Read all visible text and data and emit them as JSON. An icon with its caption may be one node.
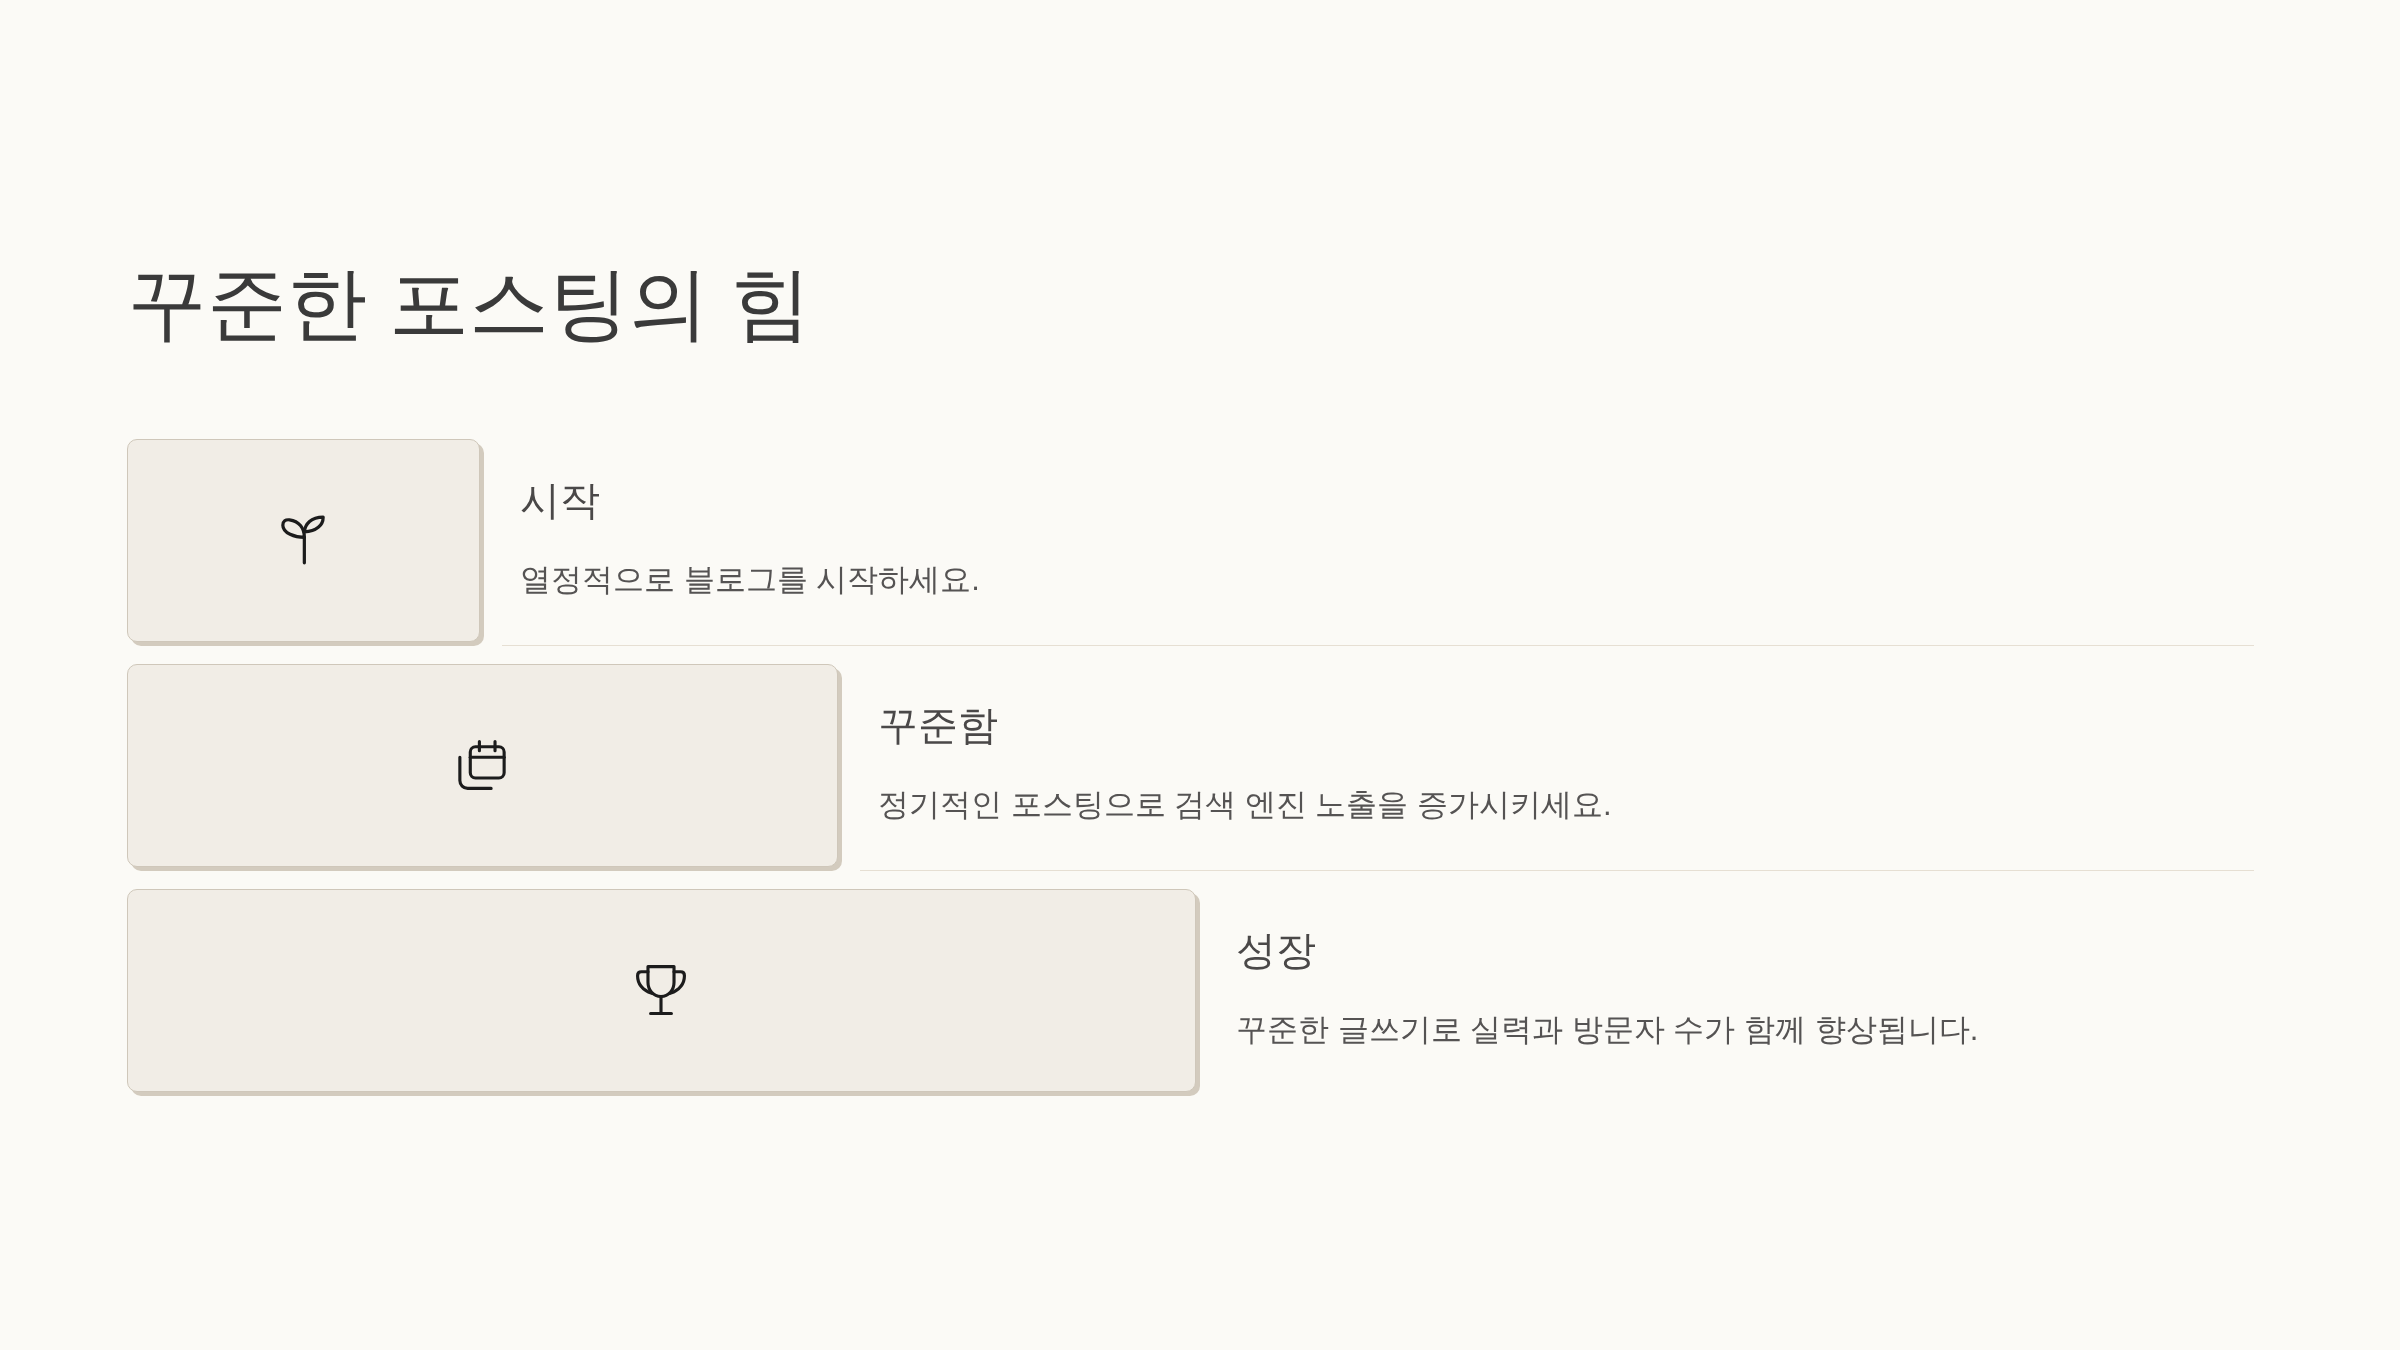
{
  "diagram": {
    "title": "꾸준한 포스팅의 힘",
    "nodes": [
      {
        "text": [
          "시작",
          "열정적으로 블로그를 시작하세요."
        ]
      },
      {
        "text": [
          "꾸준함",
          "정기적인 포스팅으로 검색 엔진 노출을 증가시키세요."
        ]
      },
      {
        "text": [
          "성장",
          "꾸준한 글쓰기로 실력과 방문자 수가 함께 향상됩니다."
        ]
      }
    ]
  }
}
